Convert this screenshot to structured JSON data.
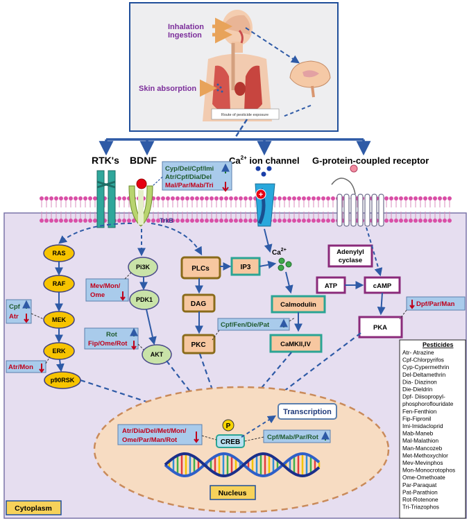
{
  "top": {
    "inhalation": "Inhalation",
    "ingestion": "Ingestion",
    "skin": "Skin absorption",
    "caption": "Route of pesticide exposure"
  },
  "receptors": {
    "rtk": "RTK's",
    "bdnf": "BDNF",
    "ca_channel": "Ca",
    "ca_sup": "2+",
    "ca_rest": " ion channel",
    "gpcr": "G-protein-coupled receptor",
    "trkb": "TrkB"
  },
  "bdnf_effects": {
    "line1": "Cyp/Del/Cpf/Imi",
    "line2": "Atr/Cpf/Dia/Del",
    "line3": "Mal/Par/Mab/Tri"
  },
  "mapk": {
    "ras": "RAS",
    "raf": "RAF",
    "mek": "MEK",
    "erk": "ERK",
    "p90": "p90RSK",
    "mek_eff1": "Cpf",
    "mek_eff2": "Atr",
    "erk_eff": "Atr/Mon"
  },
  "pi3k": {
    "pi3k": "Pi3K",
    "pdk1": "PDK1",
    "akt": "AKT",
    "pi3k_eff1": "Mev/Mon/",
    "pi3k_eff2": "Ome",
    "akt_eff1": "Rot",
    "akt_eff2": "Fip/Ome/Rot"
  },
  "plc": {
    "plcs": "PLCs",
    "ip3": "IP3",
    "dag": "DAG",
    "pkc": "PKC",
    "ca": "Ca",
    "ca_sup": "2+",
    "calmodulin": "Calmodulin",
    "camk": "CaMKII,IV",
    "cal_eff": "Cpf/Fen/Die/Pat"
  },
  "camp": {
    "adenylyl1": "Adenylyl",
    "adenylyl2": "cyclase",
    "atp": "ATP",
    "camp": "cAMP",
    "pka": "PKA",
    "pka_eff": "Dpf/Par/Man"
  },
  "nucleus": {
    "p": "P",
    "creb": "CREB",
    "transcription": "Transcription",
    "label": "Nucleus",
    "creb_down1": "Atr/Dia/Del/Met/Mon/",
    "creb_down2": "Ome/Par/Man/Rot",
    "creb_up": "Cpf/Mab/Par/Rot"
  },
  "cytoplasm": "Cytoplasm",
  "pesticides": {
    "title": "Pesticides",
    "items": [
      "Atr- Atrazine",
      "Cpf-Chlorpyrifos",
      "Cyp-Cypermethrin",
      "Del-Deltamethrin",
      "Dia- Diazinon",
      "Die-Dieldrin",
      "Dpf- Diisopropyl-",
      "phosphoroflouridate",
      "Fen-Fenthion",
      "Fip-Fipronil",
      "Imi-Imidacloprid",
      "Mab-Maneb",
      "Mal-Malathion",
      "Man-Mancozeb",
      "Met-Methoxychlor",
      "Mev-Mevinphos",
      "Mon-Monocrotophos",
      "Ome-Omethoate",
      "Par-Paraquat",
      "Pat-Parathion",
      "Rot-Rotenone",
      "Tri-Triazophos"
    ]
  },
  "colors": {
    "purple_text": "#7b2d9a",
    "dark_red": "#c0001a",
    "green": "#1f7a2e",
    "blue_dash": "#2e5aa6",
    "cytoplasm_bg": "#e6def0",
    "nucleus_bg": "#f7dcc2",
    "yellow_node": "#f7c400",
    "effect_box": "#a9cbeb"
  }
}
